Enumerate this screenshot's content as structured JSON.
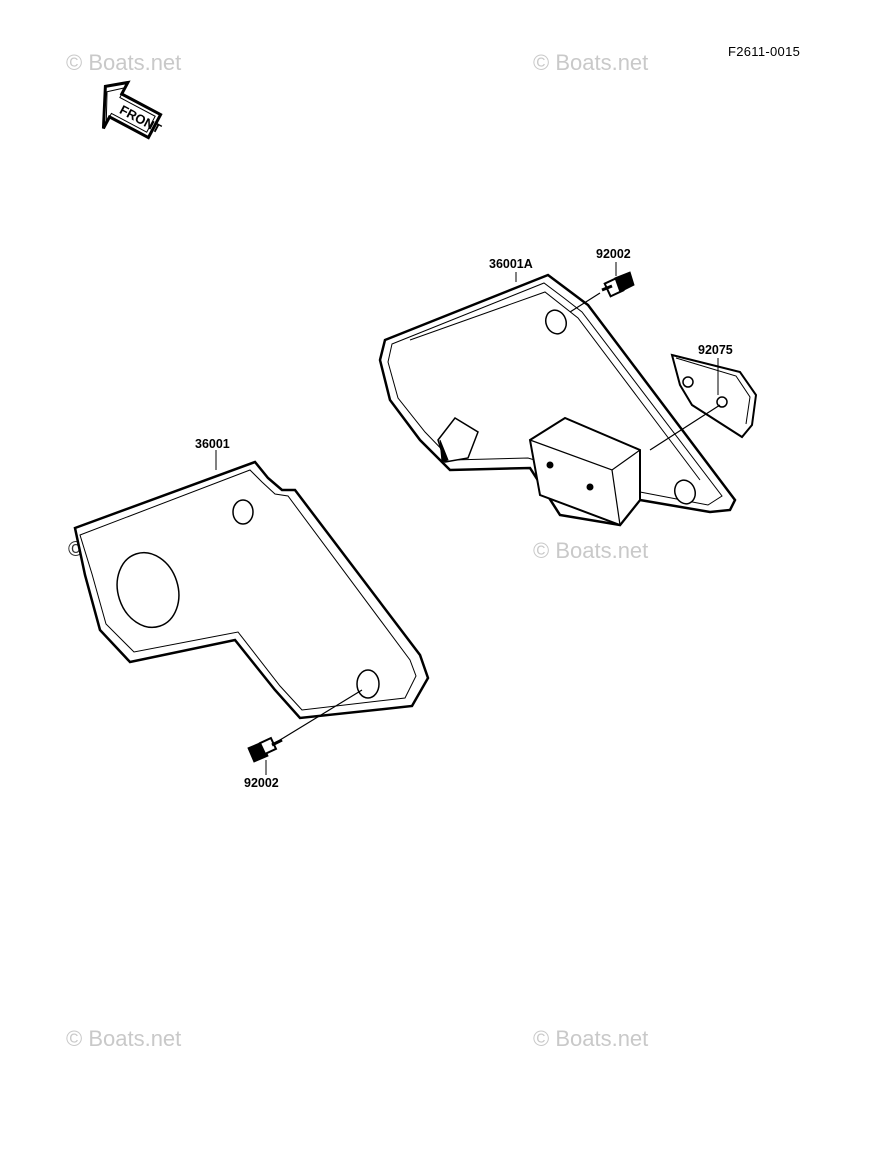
{
  "figure_ref": "F2611-0015",
  "direction_arrow": {
    "text": "FRONT",
    "icon": "front-arrow-icon"
  },
  "watermark_text": "© Boats.net",
  "parts": [
    {
      "id": "36001A",
      "label": "36001A"
    },
    {
      "id": "92002-upper",
      "label": "92002"
    },
    {
      "id": "92075",
      "label": "92075"
    },
    {
      "id": "36001",
      "label": "36001"
    },
    {
      "id": "92002-lower",
      "label": "92002"
    }
  ]
}
